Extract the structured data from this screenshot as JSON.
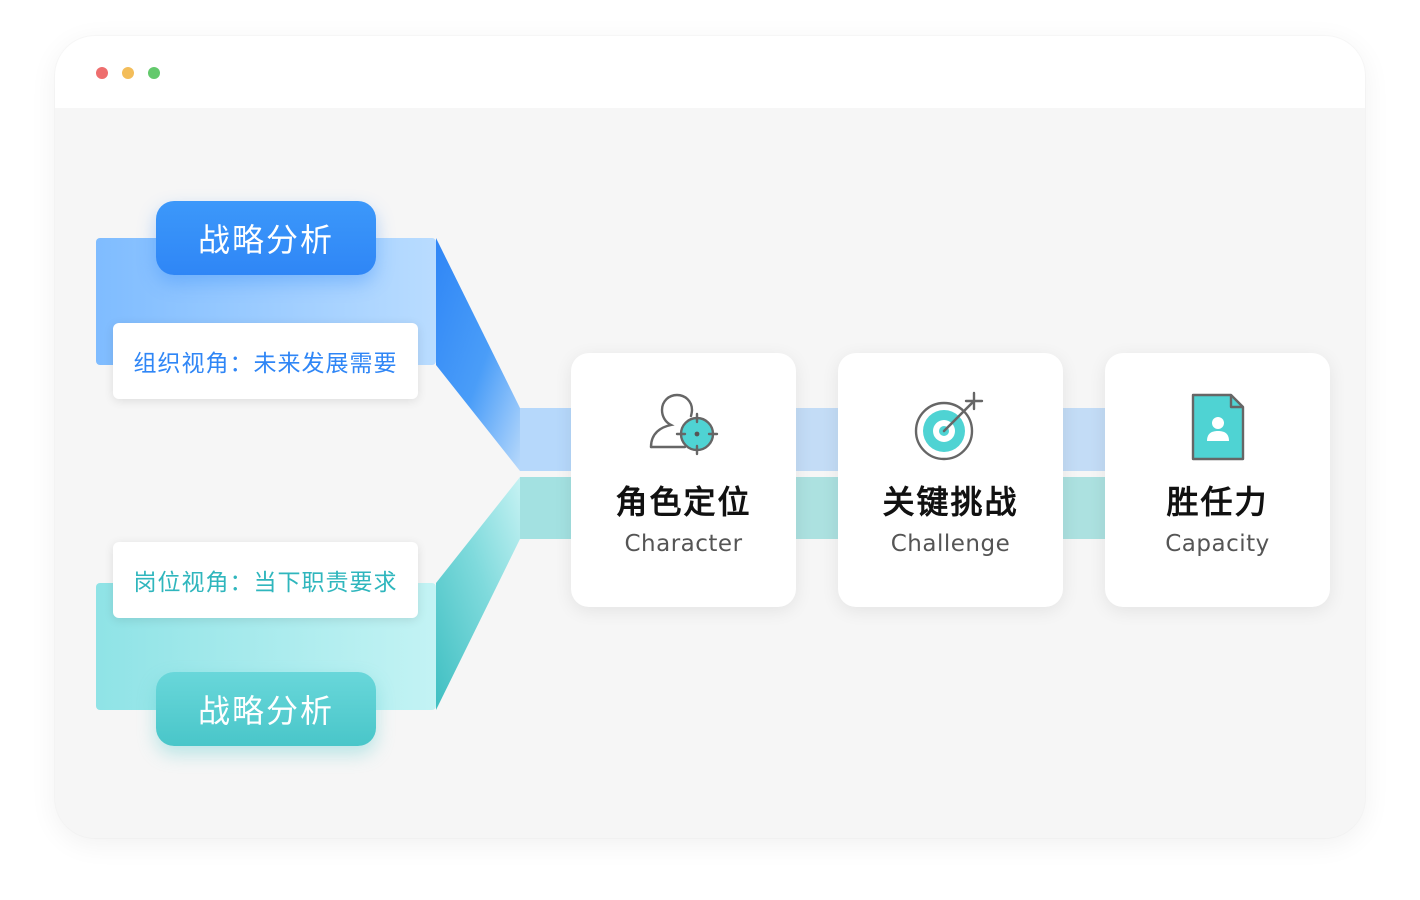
{
  "window": {
    "controls": [
      "close",
      "minimize",
      "maximize"
    ]
  },
  "top_branch": {
    "title": "战略分析",
    "label": "组织视角：未来发展需要",
    "color": "#2f86f6"
  },
  "bottom_branch": {
    "title": "战略分析",
    "label": "岗位视角：当下职责要求",
    "color": "#49c6c9"
  },
  "cards": [
    {
      "cn": "角色定位",
      "en": "Character",
      "icon": "person-target-icon"
    },
    {
      "cn": "关键挑战",
      "en": "Challenge",
      "icon": "bullseye-arrow-icon"
    },
    {
      "cn": "胜任力",
      "en": "Capacity",
      "icon": "profile-document-icon"
    }
  ]
}
